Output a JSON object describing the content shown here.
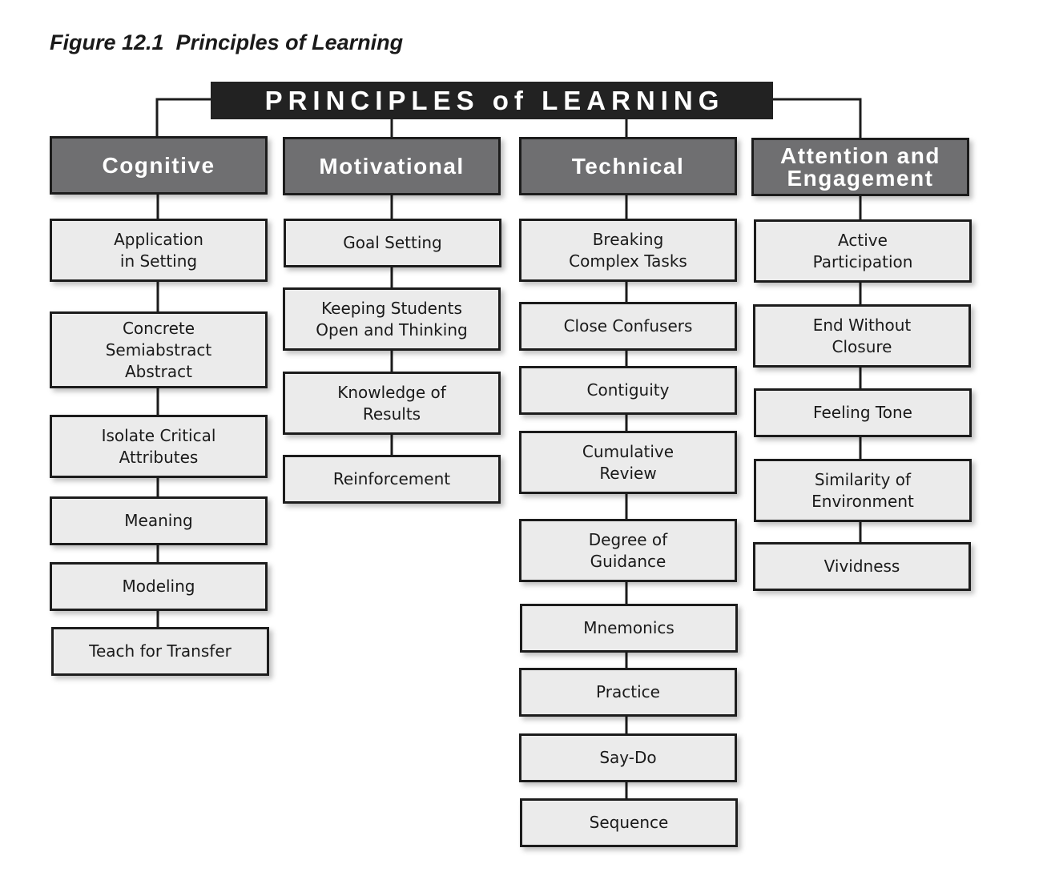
{
  "caption": "Figure 12.1  Principles of Learning",
  "root": {
    "title": "PRINCIPLES of LEARNING"
  },
  "colors": {
    "title_bg": "#222222",
    "category_bg": "#6f6f71",
    "item_bg": "#ebebeb",
    "line": "#1c1c1c"
  },
  "categories": [
    {
      "id": "cognitive",
      "label": "Cognitive",
      "items": [
        "Application\nin Setting",
        "Concrete\nSemiabstract\nAbstract",
        "Isolate Critical\nAttributes",
        "Meaning",
        "Modeling",
        "Teach for Transfer"
      ]
    },
    {
      "id": "motivational",
      "label": "Motivational",
      "items": [
        "Goal Setting",
        "Keeping Students\nOpen and Thinking",
        "Knowledge of\nResults",
        "Reinforcement"
      ]
    },
    {
      "id": "technical",
      "label": "Technical",
      "items": [
        "Breaking\nComplex Tasks",
        "Close Confusers",
        "Contiguity",
        "Cumulative\nReview",
        "Degree of\nGuidance",
        "Mnemonics",
        "Practice",
        "Say-Do",
        "Sequence"
      ]
    },
    {
      "id": "attention",
      "label": "Attention and\nEngagement",
      "items": [
        "Active\nParticipation",
        "End Without\nClosure",
        "Feeling Tone",
        "Similarity of\nEnvironment",
        "Vividness"
      ]
    }
  ]
}
